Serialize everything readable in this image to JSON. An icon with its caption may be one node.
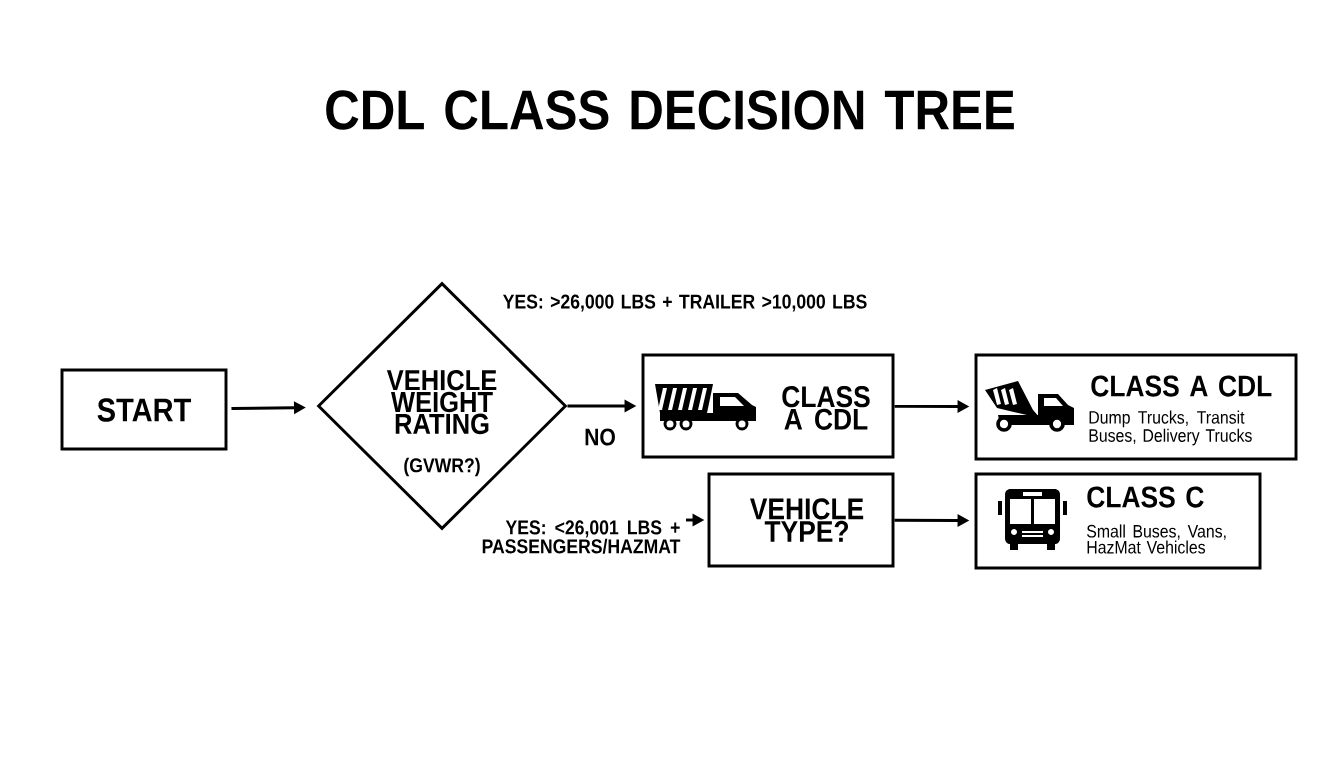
{
  "diagram": {
    "title": "CDL CLASS DECISION TREE",
    "nodes": [
      {
        "text": [
          "START"
        ]
      },
      {
        "text": [
          "VEHICLE WEIGHT RATING",
          "(GVWR?)"
        ]
      },
      {
        "text": [
          "CLASS A CDL"
        ]
      },
      {
        "text": [
          "VEHICLE TYPE?"
        ]
      },
      {
        "text": [
          "CLASS A CDL",
          "Dump Trucks, Transit Buses, Delivery Trucks"
        ]
      },
      {
        "text": [
          "CLASS C",
          "Small Buses, Vans, HazMat Vehicles"
        ]
      }
    ],
    "edges": [
      {
        "from": 0,
        "to": 1,
        "arrow": "to"
      },
      {
        "from": 1,
        "to": 2,
        "arrow": "to",
        "label": "NO"
      },
      {
        "from": null,
        "to": 3,
        "arrow": "to",
        "label": "YES: <26,001 LBS + PASSENGERS/HAZMAT"
      },
      {
        "from": 2,
        "to": 4,
        "arrow": "to"
      },
      {
        "from": 3,
        "to": 5,
        "arrow": "to"
      }
    ],
    "labels": [
      "YES: >26,000 LBS + TRAILER >10,000 LBS"
    ]
  }
}
